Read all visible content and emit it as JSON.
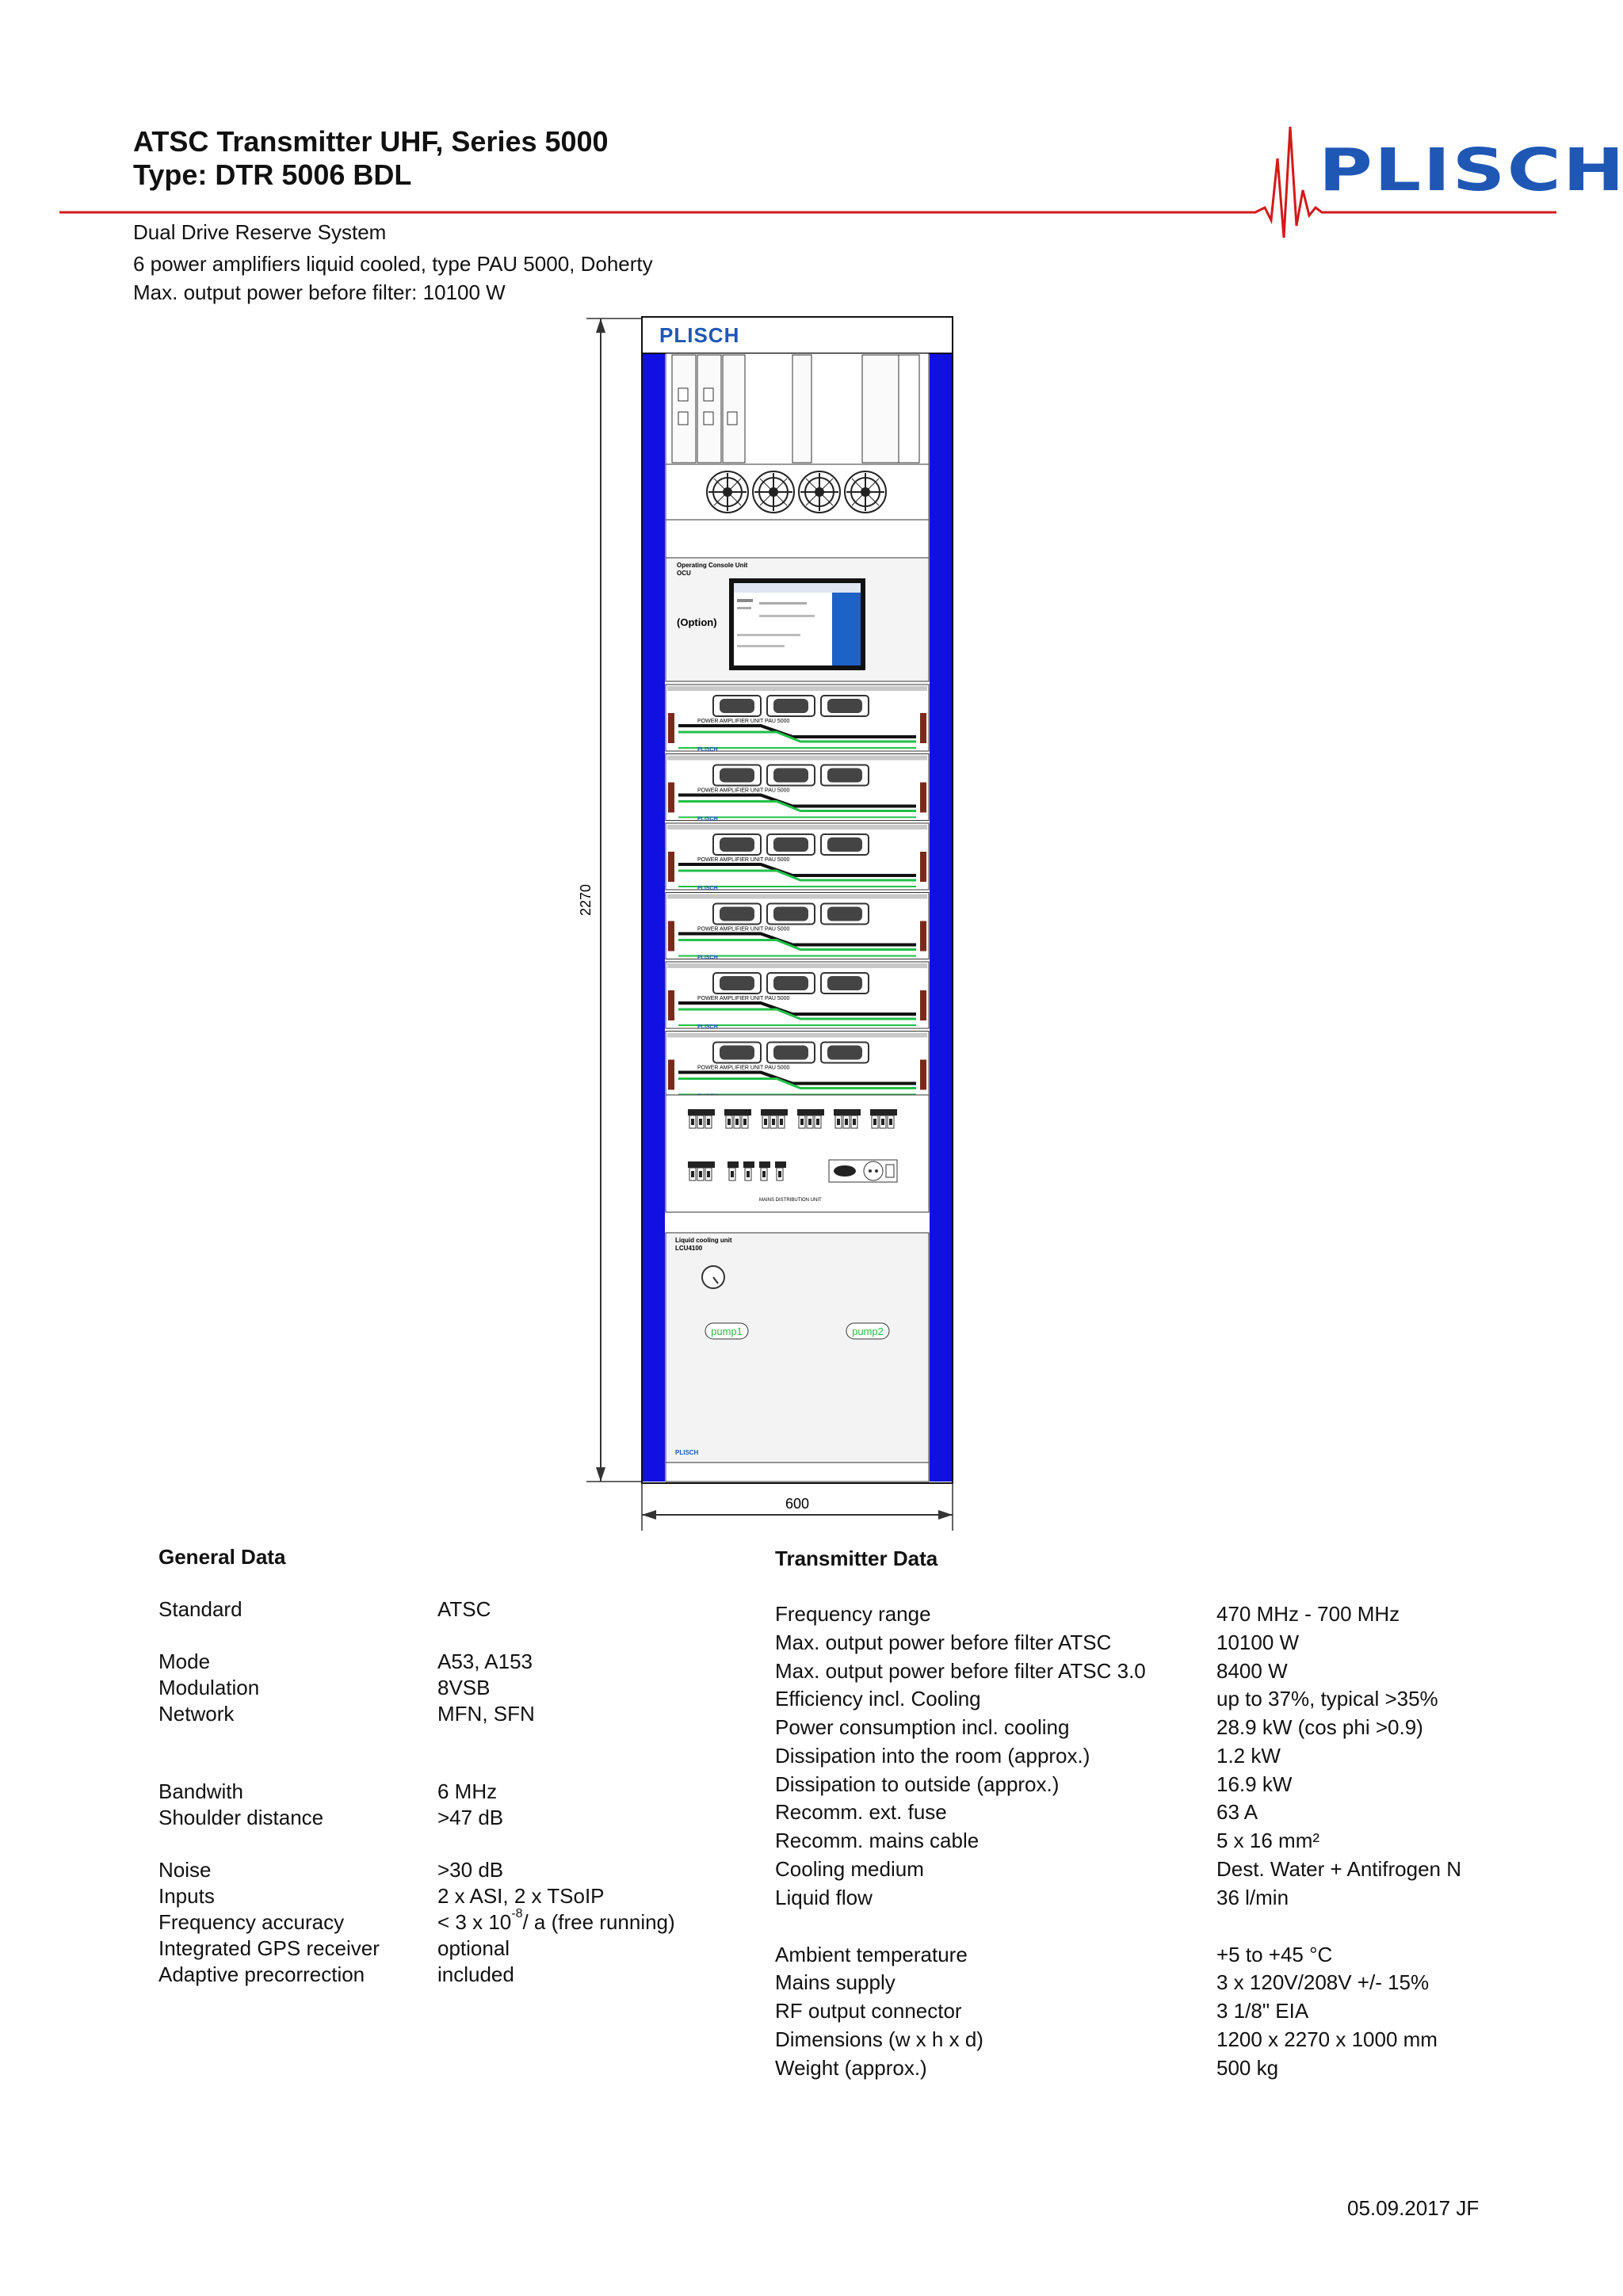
{
  "header": {
    "title_line1": "ATSC Transmitter UHF, Series 5000",
    "title_line2": "Type: DTR 5006 BDL",
    "logo_text": "PLISCH"
  },
  "intro": [
    "Dual Drive Reserve System",
    "6 power amplifiers liquid cooled, type PAU 5000, Doherty",
    "Max. output power before filter: 10100 W"
  ],
  "drawing": {
    "height_dim": "2270",
    "width_dim": "600",
    "rack_logo": "PLISCH",
    "ocu_label_1": "Operating Console Unit",
    "ocu_label_2": "OCU",
    "ocu_option": "(Option)",
    "pa_label": "POWER AMPLIFIER UNIT PAU 5000",
    "pa_logo": "PLISCH",
    "mains_label": "MAINS DISTRIBUTION UNIT",
    "cooling_label_1": "Liquid cooling unit",
    "cooling_label_2": "LCU4100",
    "pump1": "pump1",
    "pump2": "pump2",
    "bottom_logo": "PLISCH",
    "colors": {
      "side_rail": "#1010e0",
      "green": "#22c04a",
      "panel": "#f2f2f2"
    }
  },
  "general_data": {
    "heading": "General Data",
    "rows": [
      {
        "label": "Standard",
        "value": "ATSC"
      },
      {
        "label": "Mode",
        "value": "A53, A153"
      },
      {
        "label": "Modulation",
        "value": "8VSB"
      },
      {
        "label": "Network",
        "value": "MFN, SFN"
      },
      {
        "label": "Bandwith",
        "value": "6 MHz"
      },
      {
        "label": "Shoulder distance",
        "value": ">47 dB"
      },
      {
        "label": "Noise",
        "value": ">30 dB"
      },
      {
        "label": "Inputs",
        "value": "2 x ASI, 2 x TSoIP"
      },
      {
        "label": "Frequency accuracy",
        "value_pre": "< 3 x 10",
        "value_sup": "-8",
        "value_post": "/ a (free running)"
      },
      {
        "label": "Integrated GPS receiver",
        "value": "optional"
      },
      {
        "label": "Adaptive precorrection",
        "value": "included"
      }
    ]
  },
  "transmitter_data": {
    "heading": "Transmitter Data",
    "rows": [
      {
        "label": "Frequency range",
        "value": "470 MHz - 700 MHz"
      },
      {
        "label": "Max. output power before filter ATSC",
        "value": "10100 W"
      },
      {
        "label": "Max. output power before filter ATSC 3.0",
        "value": "8400 W"
      },
      {
        "label": "Efficiency incl. Cooling",
        "value": "up to 37%, typical >35%"
      },
      {
        "label": "Power consumption incl. cooling",
        "value": "28.9 kW (cos phi >0.9)"
      },
      {
        "label": "Dissipation into the room (approx.)",
        "value": "1.2 kW"
      },
      {
        "label": "Dissipation to outside (approx.)",
        "value": "16.9 kW"
      },
      {
        "label": "Recomm.  ext. fuse",
        "value": "63 A"
      },
      {
        "label": "Recomm. mains cable",
        "value": "5 x 16 mm²"
      },
      {
        "label": "Cooling medium",
        "value": "Dest. Water + Antifrogen N"
      },
      {
        "label": "Liquid flow",
        "value": "36 l/min"
      },
      {
        "label": "Ambient temperature",
        "value": "+5 to +45 °C"
      },
      {
        "label": "Mains supply",
        "value": "3 x 120V/208V +/- 15%"
      },
      {
        "label": "RF output connector",
        "value": "3 1/8\" EIA"
      },
      {
        "label": "Dimensions (w x h x d)",
        "value": "1200 x 2270 x 1000 mm"
      },
      {
        "label": "Weight (approx.)",
        "value": "500 kg"
      }
    ]
  },
  "footer": {
    "date": "05.09.2017 JF"
  }
}
